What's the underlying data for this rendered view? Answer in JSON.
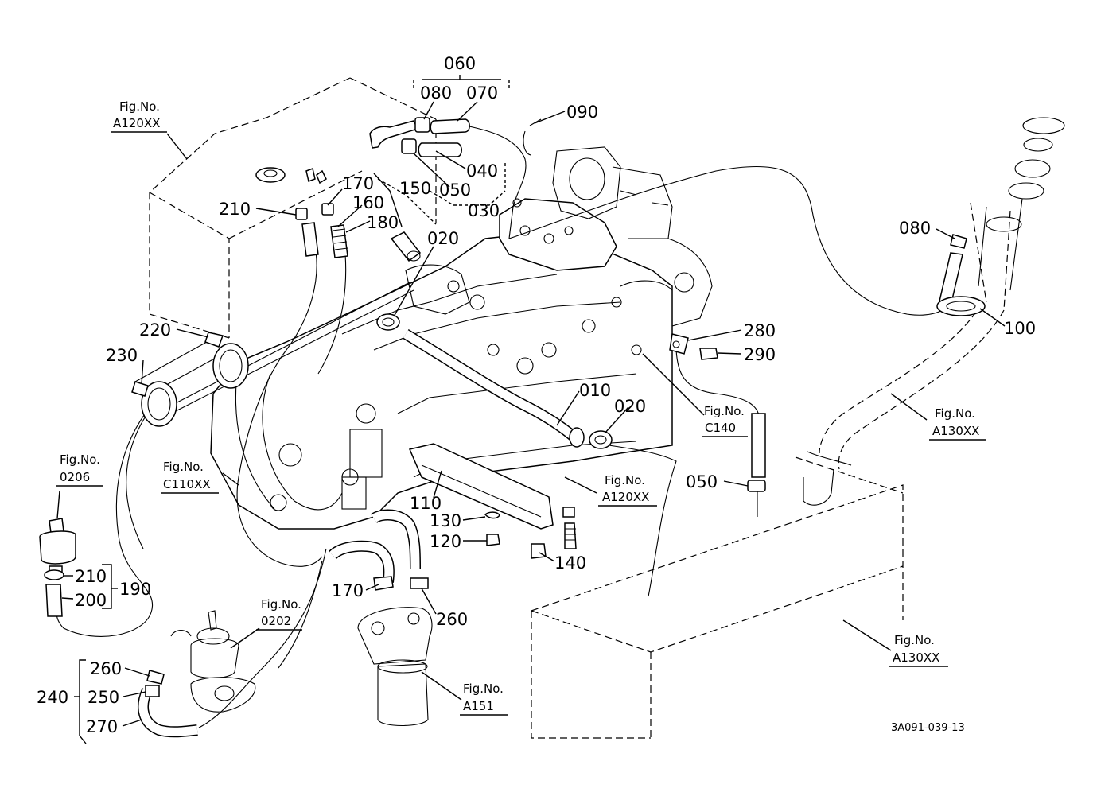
{
  "parts": {
    "p060": "060",
    "p080a": "080",
    "p070": "070",
    "p090": "090",
    "p040": "040",
    "p050a": "050",
    "p030": "030",
    "p170a": "170",
    "p150": "150",
    "p160": "160",
    "p210a": "210",
    "p180": "180",
    "p020a": "020",
    "p080b": "080",
    "p100": "100",
    "p280": "280",
    "p290": "290",
    "p220": "220",
    "p230": "230",
    "p010": "010",
    "p020b": "020",
    "p050b": "050",
    "p110": "110",
    "p130": "130",
    "p120": "120",
    "p140": "140",
    "p210b": "210",
    "p200": "200",
    "p190": "190",
    "p170b": "170",
    "p260a": "260",
    "p260b": "260",
    "p240": "240",
    "p250": "250",
    "p270": "270"
  },
  "fig_refs": {
    "a120_top": {
      "line1": "Fig.No.",
      "line2": "A120XX"
    },
    "c140": {
      "line1": "Fig.No.",
      "line2": "C140"
    },
    "a130_right": {
      "line1": "Fig.No.",
      "line2": "A130XX"
    },
    "c110": {
      "line1": "Fig.No.",
      "line2": "C110XX"
    },
    "a120_mid": {
      "line1": "Fig.No.",
      "line2": "A120XX"
    },
    "f0206": {
      "line1": "Fig.No.",
      "line2": "0206"
    },
    "f0202": {
      "line1": "Fig.No.",
      "line2": "0202"
    },
    "a151": {
      "line1": "Fig.No.",
      "line2": "A151"
    },
    "a130_bottom": {
      "line1": "Fig.No.",
      "line2": "A130XX"
    }
  },
  "drawing_code": "3A091-039-13"
}
